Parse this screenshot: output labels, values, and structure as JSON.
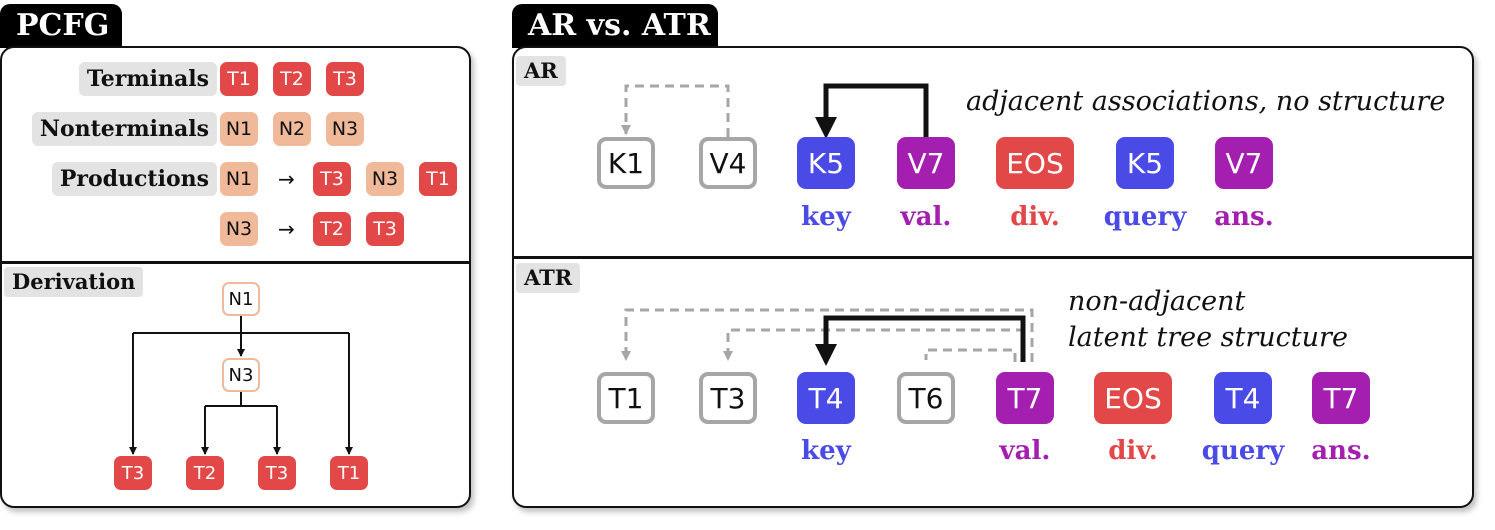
{
  "pcfg": {
    "title": "PCFG",
    "terminals_label": "Terminals",
    "terminals": [
      "T1",
      "T2",
      "T3"
    ],
    "nonterminals_label": "Nonterminals",
    "nonterminals": [
      "N1",
      "N2",
      "N3"
    ],
    "productions_label": "Productions",
    "production1": {
      "lhs": "N1",
      "arrow": "→",
      "rhs": [
        "T3",
        "N3",
        "T1"
      ]
    },
    "production2": {
      "lhs": "N3",
      "arrow": "→",
      "rhs": [
        "T2",
        "T3"
      ]
    },
    "derivation_label": "Derivation",
    "tree": {
      "root": "N1",
      "mid": "N3",
      "leaves": [
        "T3",
        "T2",
        "T3",
        "T1"
      ]
    }
  },
  "arvsatr": {
    "title": "AR vs. ATR",
    "ar": {
      "label": "AR",
      "note": "adjacent associations, no structure",
      "tokens": [
        "K1",
        "V4",
        "K5",
        "V7",
        "EOS",
        "K5",
        "V7"
      ],
      "roles": [
        "key",
        "val.",
        "div.",
        "query",
        "ans."
      ]
    },
    "atr": {
      "label": "ATR",
      "note_line1": "non-adjacent",
      "note_line2": "latent tree structure",
      "tokens": [
        "T1",
        "T3",
        "T4",
        "T6",
        "T7",
        "EOS",
        "T4",
        "T7"
      ],
      "roles": [
        "key",
        "val.",
        "div.",
        "query",
        "ans."
      ]
    }
  }
}
